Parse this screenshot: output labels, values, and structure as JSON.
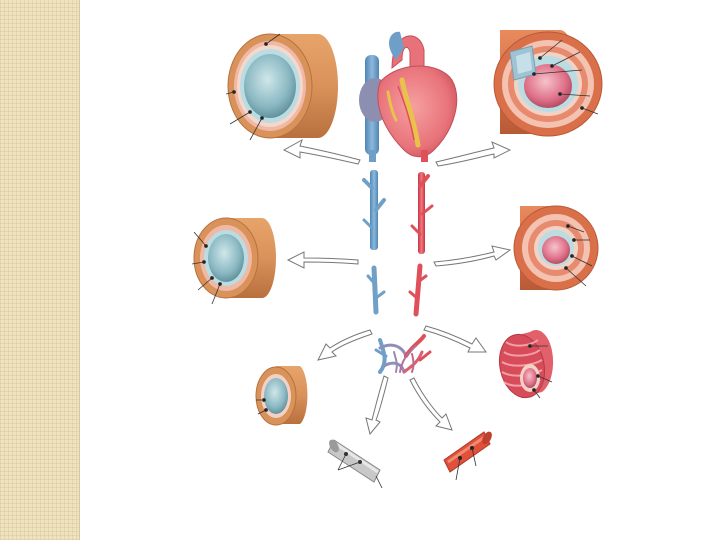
{
  "slide": {
    "background": "#ffffff",
    "side_panel_color": "#efe3bf",
    "labels": []
  },
  "colors": {
    "adventitia": "#d9925a",
    "media": "#efb9a6",
    "intima": "#b9dde2",
    "lumen_vein": "#7fb0bc",
    "lumen_artery": "#d9607a",
    "venous_blue": "#6fa0c8",
    "arterial_red": "#e0505a",
    "heart_red": "#e8727a",
    "fat_yellow": "#e8c24a"
  },
  "diagram": {
    "parts": [
      "heart",
      "large-vein-cross-section",
      "large-artery-cross-section",
      "medium-vein-cross-section",
      "medium-artery-cross-section",
      "venule-cross-section",
      "arteriole-cross-section",
      "capillary-network",
      "venous-capillary",
      "arterial-capillary"
    ]
  }
}
